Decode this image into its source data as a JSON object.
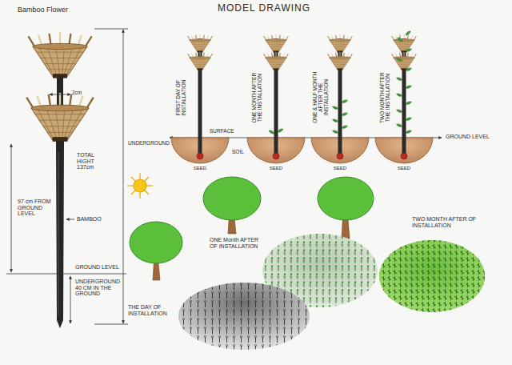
{
  "diagram": {
    "title": "MODEL DRAWING",
    "labels": [
      "Bamboo Flower",
      "2cm",
      "TOTAL HIGHT 137cm",
      "97 cm FROM GROUND LEVEL",
      "BAMBOO",
      "GROUND LEVEL",
      "UNDERGROUND 40 CM IN THE GROUND",
      "FIRST DAY OF INSTALLATION",
      "ONE MONTH AFTER THE INSTALLATION",
      "ONE & HALF MONTH AFTER THE INSTALLATION",
      "TWO MONTH AFTER THE INSTALLATION",
      "SURFACE",
      "UNDERGROUND",
      "SOIL",
      "SEED",
      "SEED",
      "SEED",
      "SEED",
      "GROUND LEVEL",
      "THE DAY OF INSTALLATION",
      "ONE Month AFTER OF INSTALLATION",
      "TWO MONTH AFTER OF INSTALLATION"
    ]
  }
}
